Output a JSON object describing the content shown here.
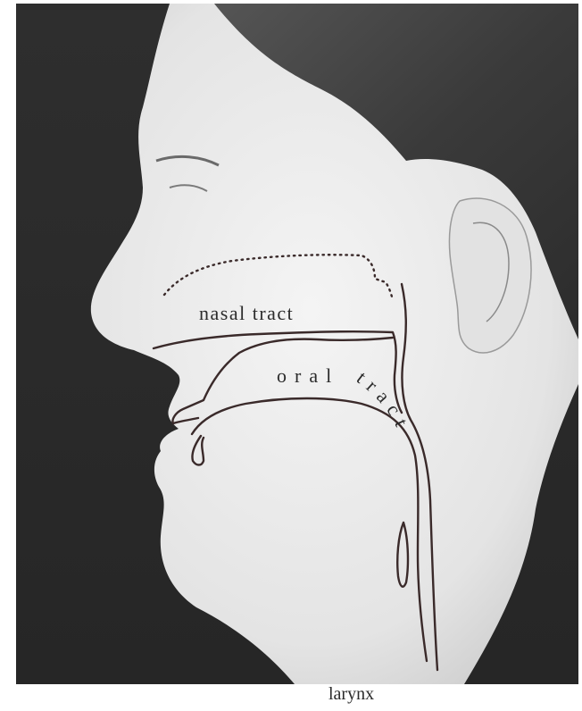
{
  "labels": {
    "nasal_tract": "nasal tract",
    "oral_tract": "oral tract",
    "larynx": "larynx"
  },
  "colors": {
    "background": "#2a2a2a",
    "skin": "#e8e8e8",
    "hair": "#3d3d3d",
    "outline": "#3a2a2a",
    "label": "#2b2b2b"
  }
}
